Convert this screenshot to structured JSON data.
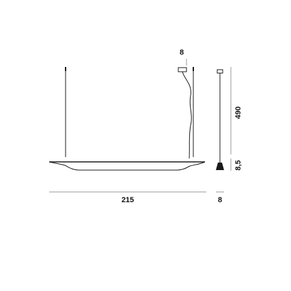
{
  "diagram": {
    "type": "technical-dimension-drawing",
    "line_color": "#1a1a1a",
    "dimension_line_color": "#9a9a9a",
    "labels": {
      "width": "215",
      "depth": "8",
      "canopy_width": "8",
      "suspension_height": "490",
      "lamp_height": "8,5"
    }
  }
}
